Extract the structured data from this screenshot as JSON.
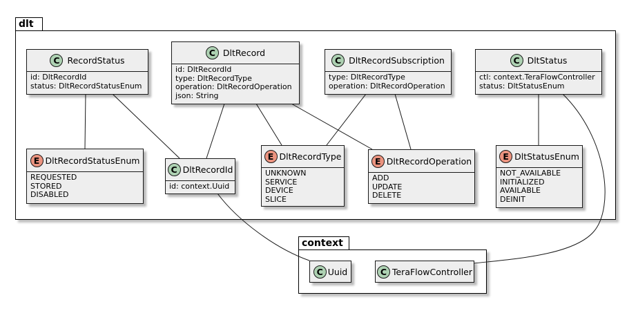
{
  "packages": {
    "dlt": {
      "name": "dlt"
    },
    "context": {
      "name": "context"
    }
  },
  "colors": {
    "class_icon": "#add1b2",
    "enum_icon": "#eb937f",
    "node_fill": "#eeeeee",
    "border": "#181818"
  },
  "nodes": {
    "record_status": {
      "kind": "class",
      "icon": "C",
      "name": "RecordStatus",
      "members": [
        "id: DltRecordId",
        "status: DltRecordStatusEnum"
      ]
    },
    "dlt_record": {
      "kind": "class",
      "icon": "C",
      "name": "DltRecord",
      "members": [
        "id: DltRecordId",
        "type: DltRecordType",
        "operation: DltRecordOperation",
        "json: String"
      ]
    },
    "dlt_record_subscription": {
      "kind": "class",
      "icon": "C",
      "name": "DltRecordSubscription",
      "members": [
        "type: DltRecordType",
        "operation: DltRecordOperation"
      ]
    },
    "dlt_status": {
      "kind": "class",
      "icon": "C",
      "name": "DltStatus",
      "members": [
        "ctl: context.TeraFlowController",
        "status: DltStatusEnum"
      ]
    },
    "dlt_record_status_enum": {
      "kind": "enum",
      "icon": "E",
      "name": "DltRecordStatusEnum",
      "members": [
        "REQUESTED",
        "STORED",
        "DISABLED"
      ]
    },
    "dlt_record_id": {
      "kind": "class",
      "icon": "C",
      "name": "DltRecordId",
      "members": [
        "id: context.Uuid"
      ]
    },
    "dlt_record_type": {
      "kind": "enum",
      "icon": "E",
      "name": "DltRecordType",
      "members": [
        "UNKNOWN",
        "SERVICE",
        "DEVICE",
        "SLICE"
      ]
    },
    "dlt_record_operation": {
      "kind": "enum",
      "icon": "E",
      "name": "DltRecordOperation",
      "members": [
        "ADD",
        "UPDATE",
        "DELETE"
      ]
    },
    "dlt_status_enum": {
      "kind": "enum",
      "icon": "E",
      "name": "DltStatusEnum",
      "members": [
        "NOT_AVAILABLE",
        "INITIALIZED",
        "AVAILABLE",
        "DEINIT"
      ]
    },
    "uuid": {
      "kind": "class",
      "icon": "C",
      "name": "Uuid",
      "members": []
    },
    "tera_flow_controller": {
      "kind": "class",
      "icon": "C",
      "name": "TeraFlowController",
      "members": []
    }
  },
  "edges": [
    {
      "from": "RecordStatus",
      "to": "DltRecordStatusEnum"
    },
    {
      "from": "RecordStatus",
      "to": "DltRecordId"
    },
    {
      "from": "DltRecord",
      "to": "DltRecordId"
    },
    {
      "from": "DltRecord",
      "to": "DltRecordType"
    },
    {
      "from": "DltRecord",
      "to": "DltRecordOperation"
    },
    {
      "from": "DltRecordSubscription",
      "to": "DltRecordType"
    },
    {
      "from": "DltRecordSubscription",
      "to": "DltRecordOperation"
    },
    {
      "from": "DltStatus",
      "to": "DltStatusEnum"
    },
    {
      "from": "DltStatus",
      "to": "TeraFlowController"
    },
    {
      "from": "DltRecordId",
      "to": "Uuid"
    }
  ]
}
